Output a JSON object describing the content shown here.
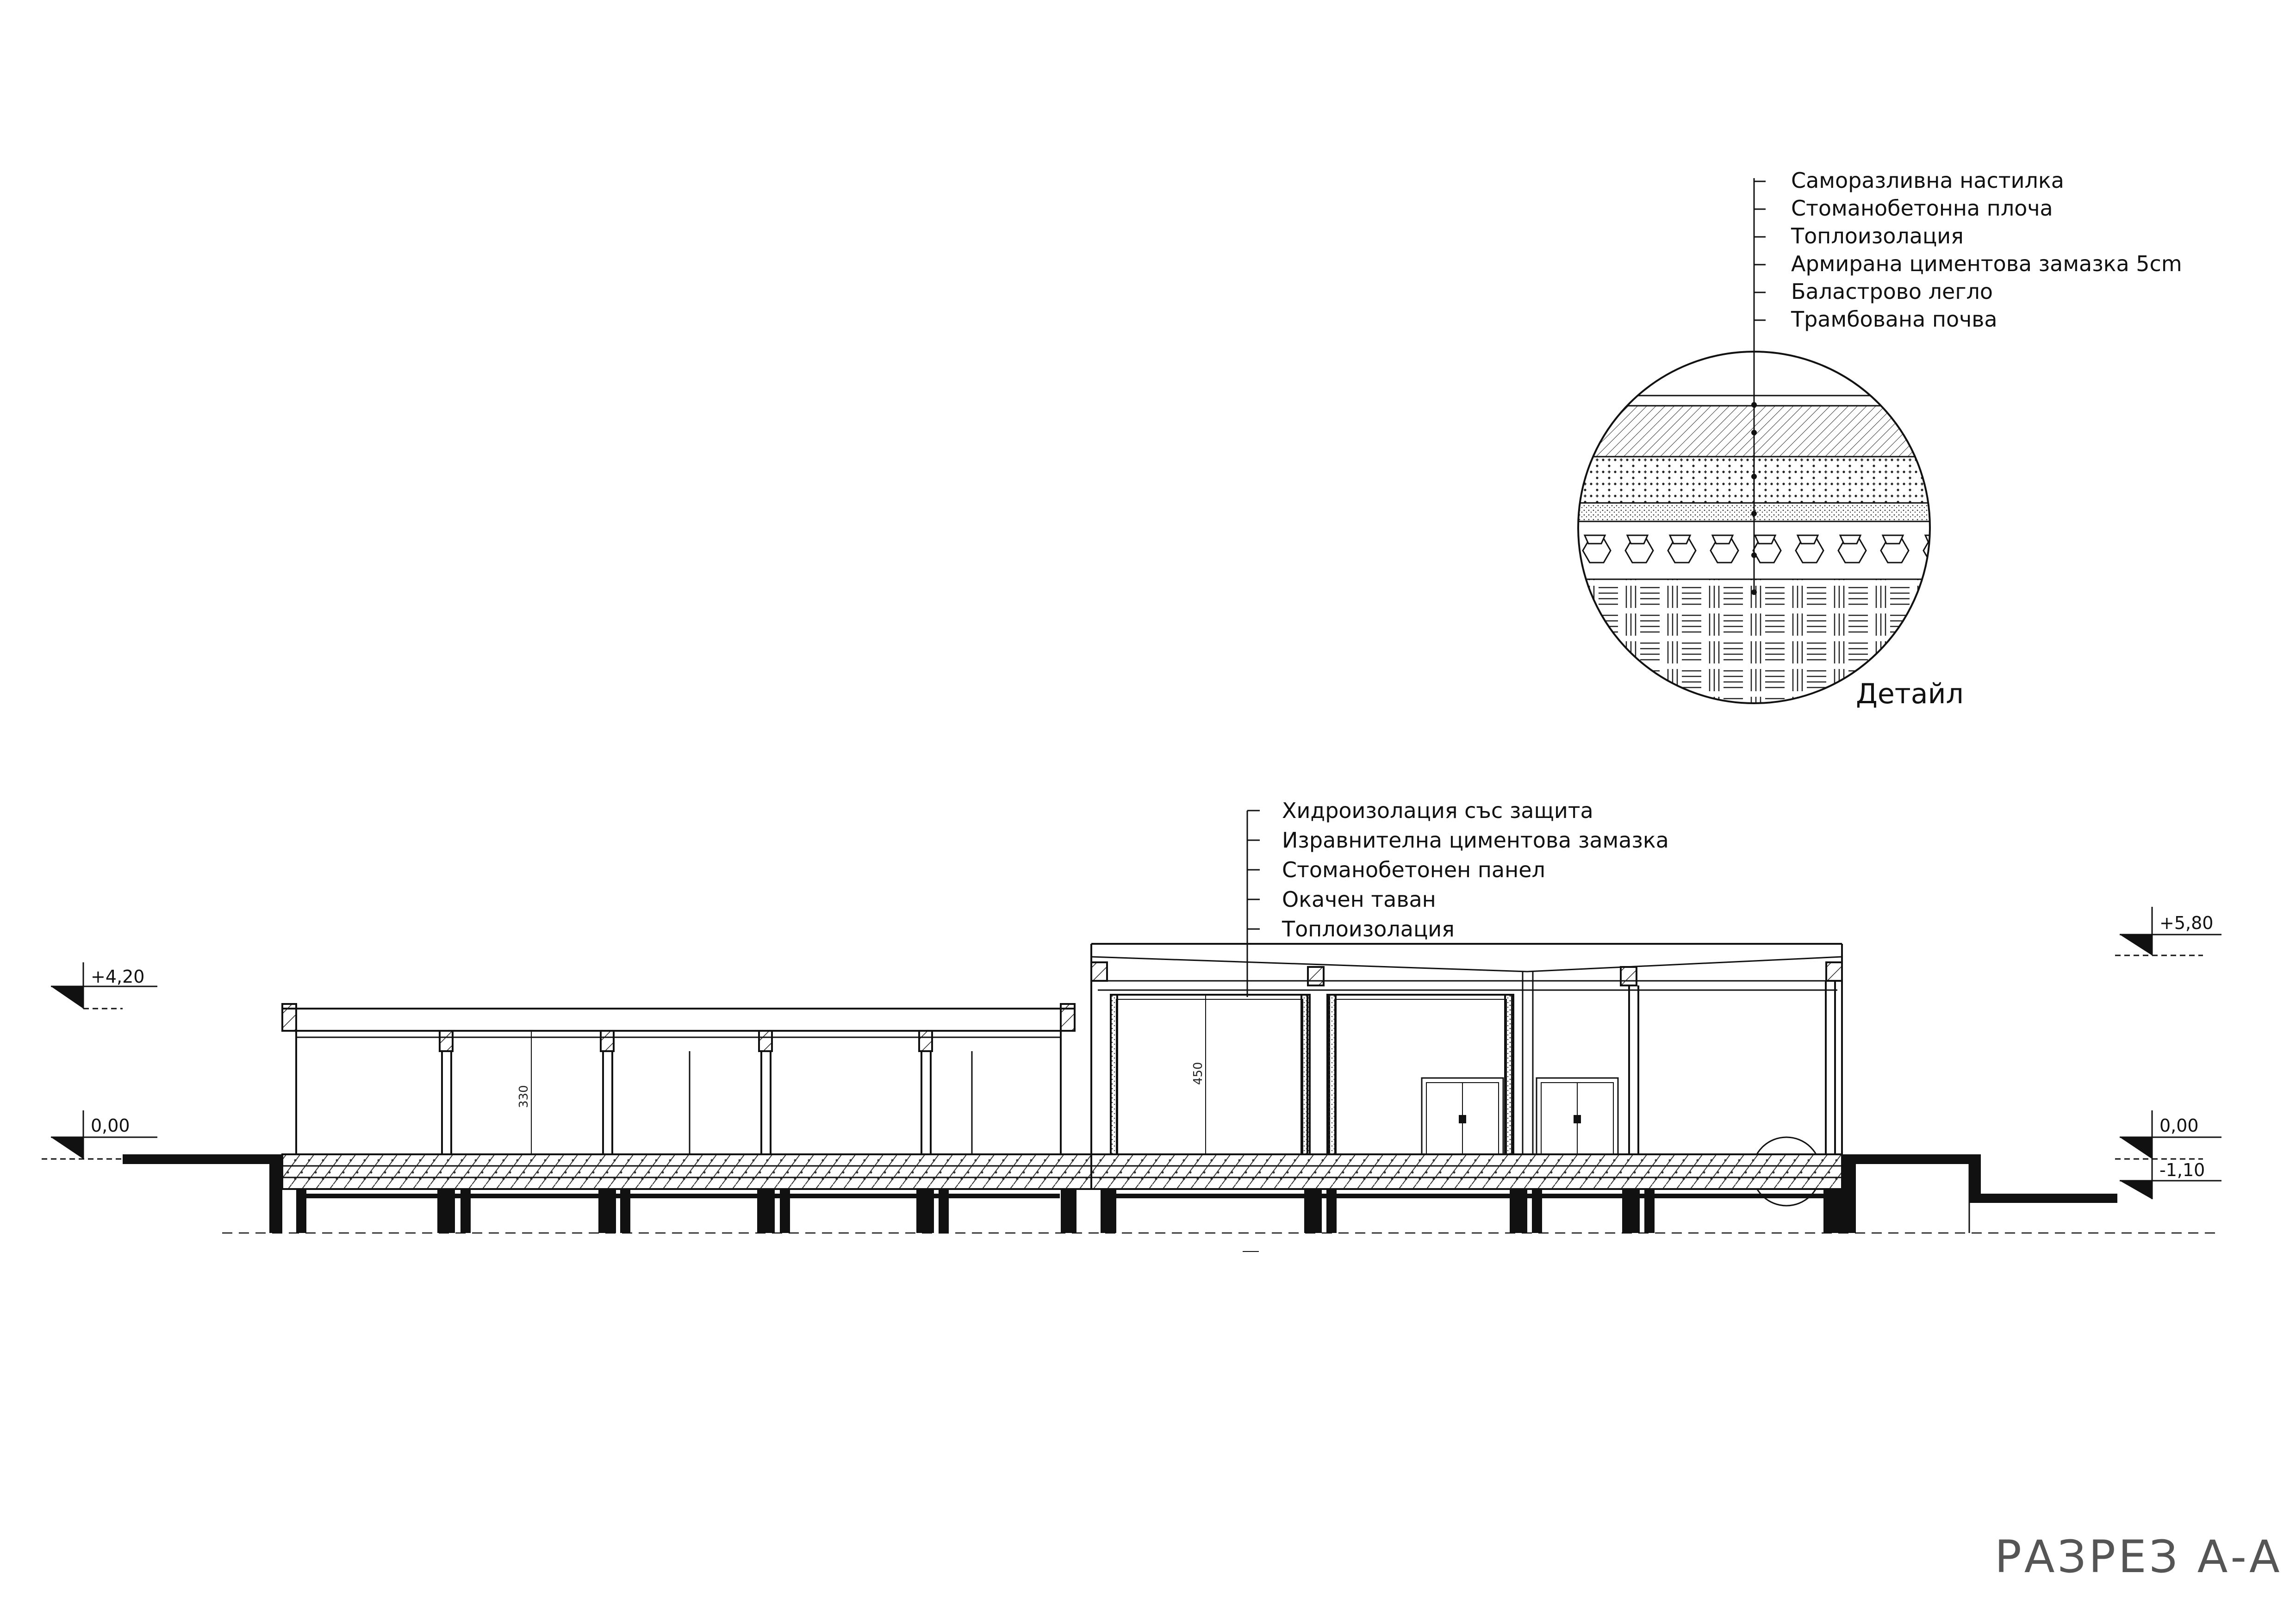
{
  "detail": {
    "title": "Детайл",
    "layers": [
      "Саморазливна настилка",
      "Стоманобетонна плоча",
      "Топлоизолация",
      "Армирана циментова замазка 5cm",
      "Баластрово легло",
      "Трамбована почва"
    ]
  },
  "roof_callout": {
    "layers": [
      "Хидроизолация със защита",
      "Изравнителна циментова замазка",
      "Стоманобетонен панел",
      "Окачен таван",
      "Топлоизолация"
    ]
  },
  "levels": {
    "left_top": "+4,20",
    "left_ground": "0,00",
    "right_top": "+5,80",
    "right_ground": "0,00",
    "right_low": "-1,10"
  },
  "dimensions": {
    "left_height": "330",
    "right_height": "450"
  },
  "sheet_title": "РАЗРЕЗ А-А",
  "colors": {
    "line": "#111111",
    "title": "#555555"
  }
}
